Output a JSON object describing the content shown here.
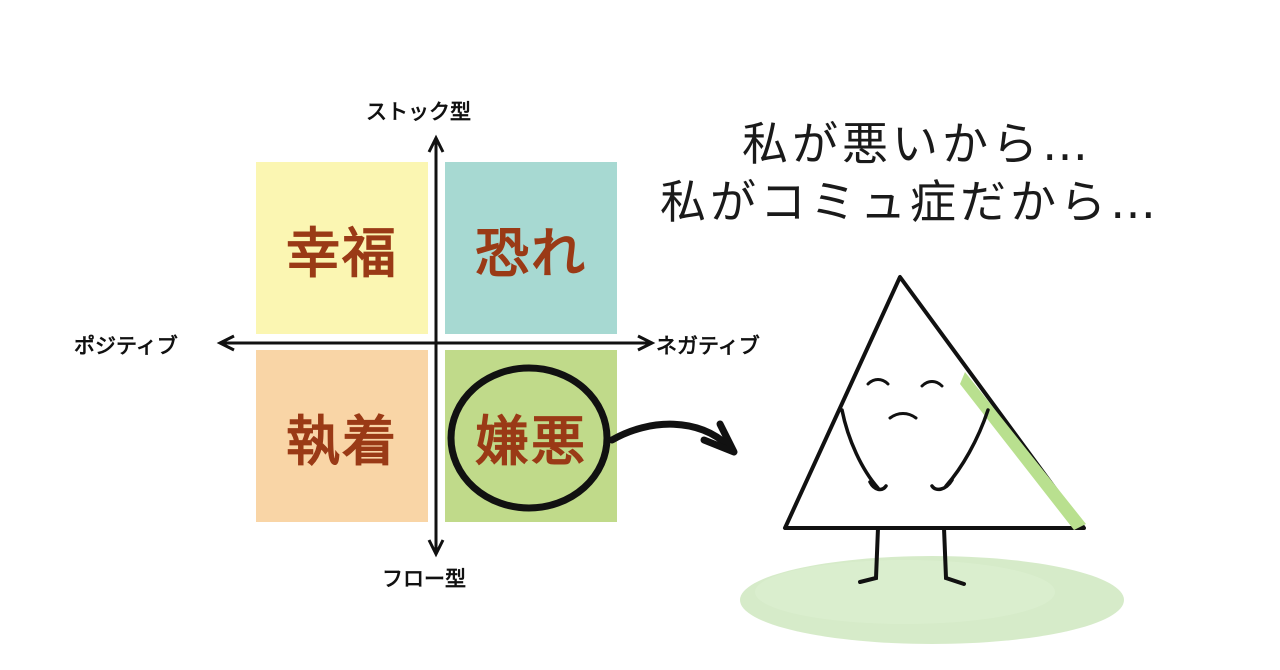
{
  "diagram": {
    "axis": {
      "top": "ストック型",
      "bottom": "フロー型",
      "left": "ポジティブ",
      "right": "ネガティブ"
    },
    "quadrants": {
      "top_left": {
        "label": "幸福",
        "color": "#fbf6b2"
      },
      "top_right": {
        "label": "恐れ",
        "color": "#a7d9d2"
      },
      "bottom_left": {
        "label": "執着",
        "color": "#f9d5a6"
      },
      "bottom_right": {
        "label": "嫌悪",
        "color": "#c0da8a",
        "highlighted": true
      }
    },
    "label_color": "#9a3a16"
  },
  "speech": {
    "line1": "私が悪いから…",
    "line2": "私がコミュ症だから…"
  },
  "character": {
    "shape": "triangle",
    "expression": "sad-closed-eyes",
    "ground_color": "#cfe8c0"
  }
}
